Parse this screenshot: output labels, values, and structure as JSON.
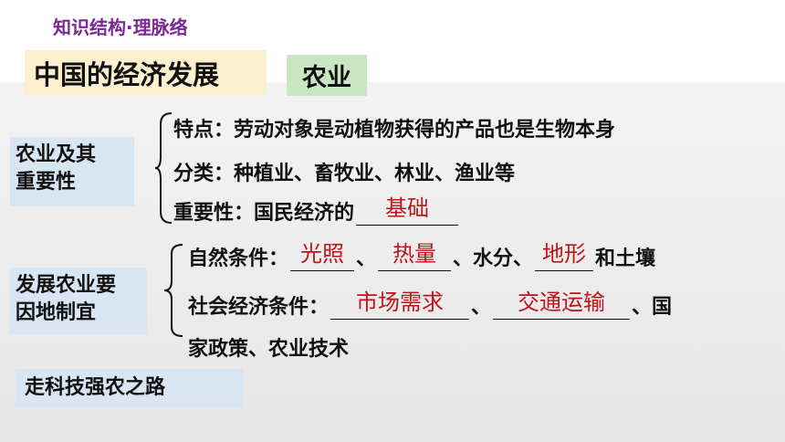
{
  "header": "知识结构·理脉络",
  "title": "中国的经济发展",
  "tag": "农业",
  "section1": {
    "label": "农业及其\n重要性",
    "label_line1": "农业及其",
    "label_line2": "重要性",
    "item1": "特点：劳动对象是动植物获得的产品也是生物本身",
    "item2": "分类：种植业、畜牧业、林业、渔业等",
    "item3_prefix": "重要性：国民经济的",
    "item3_answer": "基础"
  },
  "section2": {
    "label_line1": "发展农业要",
    "label_line2": "因地制宜",
    "natural_prefix": "自然条件：",
    "natural_answers": [
      "光照",
      "热量",
      "地形"
    ],
    "sep": "、",
    "natural_mid": "、水分、",
    "natural_suffix": "和土壤",
    "social_prefix": "社会经济条件：",
    "social_answers": [
      "市场需求",
      "交通运输"
    ],
    "social_suffix": "、国",
    "social_line2": "家政策、农业技术"
  },
  "section3": {
    "label": "走科技强农之路"
  },
  "colors": {
    "header": "#7b2a93",
    "answer": "#c0141b",
    "title_bg": "#fbefd0",
    "tag_bg": "#c8e6c2",
    "side_bg": "#d8e6f4"
  }
}
